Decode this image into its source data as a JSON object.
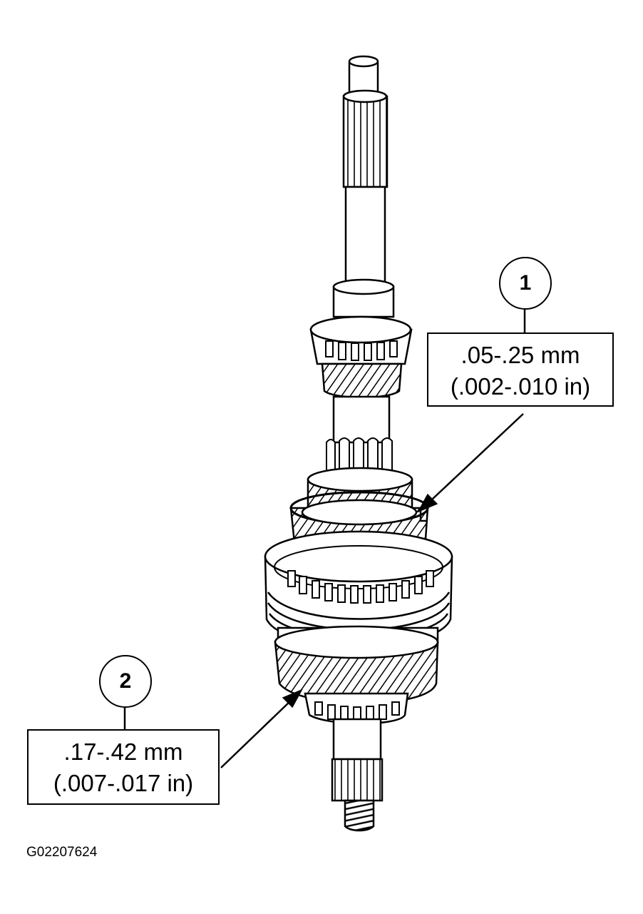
{
  "figure_id": "G02207624",
  "callouts": [
    {
      "number": "1",
      "line1": ".05-.25 mm",
      "line2": "(.002-.010 in)"
    },
    {
      "number": "2",
      "line1": ".17-.42 mm",
      "line2": "(.007-.017 in)"
    }
  ],
  "colors": {
    "ink": "#000000",
    "paper": "#ffffff"
  }
}
